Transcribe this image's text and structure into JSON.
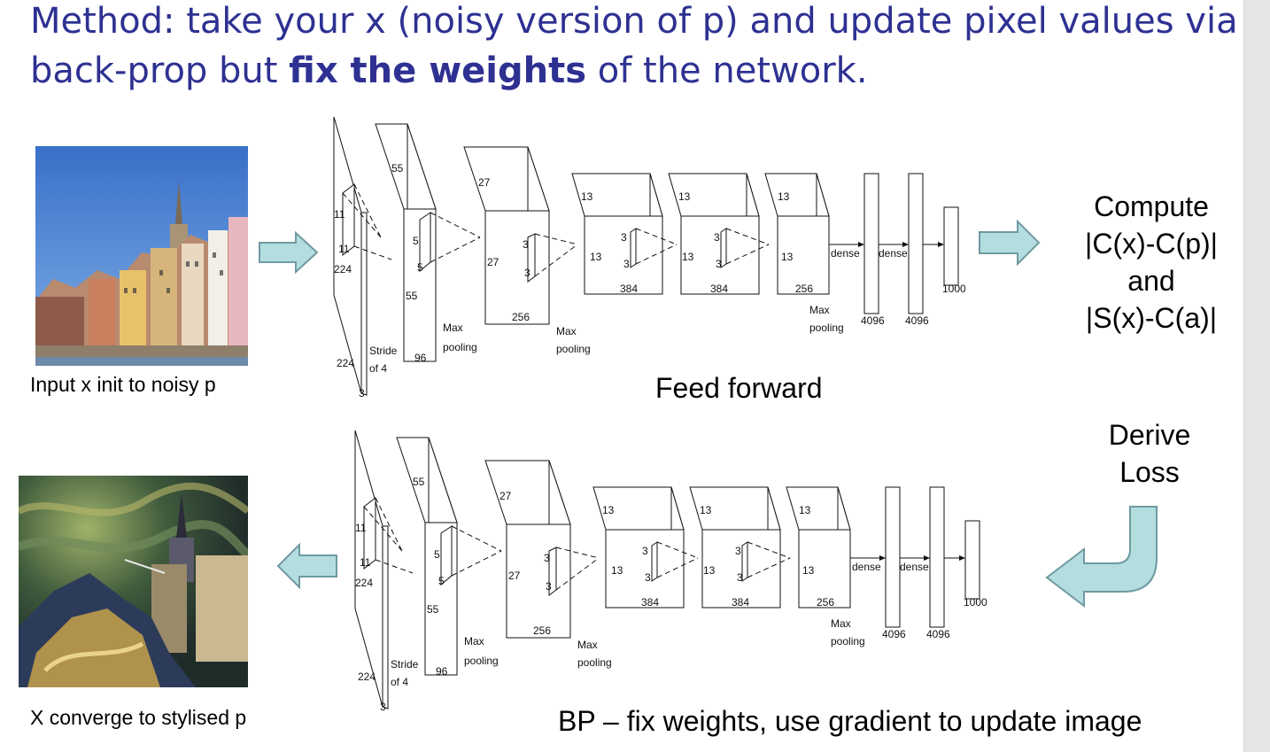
{
  "title": {
    "part1": "Method: take your x (noisy version of p) and update pixel values via back-prop but ",
    "bold": "fix the weights",
    "part2": " of the network."
  },
  "input_caption": "Input x init to noisy p",
  "output_caption": "X converge to stylised p",
  "feed_forward_label": "Feed forward",
  "bp_label": "BP – fix weights, use gradient to update image",
  "compute_text": [
    "Compute",
    "|C(x)-C(p)|",
    "and",
    "|S(x)-C(a)|"
  ],
  "derive_text": [
    "Derive",
    "Loss"
  ],
  "network": {
    "labels": {
      "k11a": "11",
      "k11b": "11",
      "d224a": "224",
      "d224b": "224",
      "d3": "3",
      "stride": "Stride",
      "of4": "of 4",
      "n55a": "55",
      "n55b": "55",
      "k5a": "5",
      "k5b": "5",
      "n96": "96",
      "n27a": "27",
      "n27b": "27",
      "k3a": "3",
      "k3b": "3",
      "n256a": "256",
      "maxpool1": "Max",
      "pool1": "pooling",
      "maxpool2": "Max",
      "pool2": "pooling",
      "n13a": "13",
      "n13b": "13",
      "k3c": "3",
      "k3d": "3",
      "n384a": "384",
      "n13c": "13",
      "n13d": "13",
      "k3e": "3",
      "k3f": "3",
      "n384b": "384",
      "n13e": "13",
      "n13f": "13",
      "n256b": "256",
      "maxpool3": "Max",
      "pool3": "pooling",
      "dense1": "dense",
      "dense2": "dense",
      "n4096a": "4096",
      "n4096b": "4096",
      "n1000": "1000"
    }
  },
  "colors": {
    "title": "#2e3192",
    "arrow_fill": "#b4dde0",
    "arrow_stroke": "#6f9aa0"
  }
}
